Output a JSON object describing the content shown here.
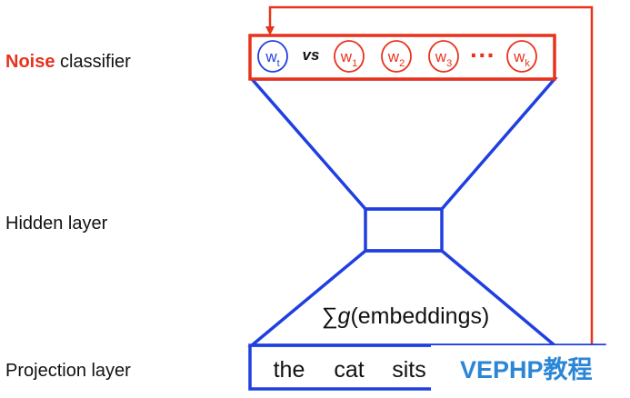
{
  "labels": {
    "noise_word": "Noise",
    "noise_rest": " classifier",
    "hidden": "Hidden layer",
    "projection": "Projection layer"
  },
  "classifier": {
    "target": {
      "base": "w",
      "sub": "t"
    },
    "vs": "vs",
    "noise_samples": [
      {
        "base": "w",
        "sub": "1"
      },
      {
        "base": "w",
        "sub": "2"
      },
      {
        "base": "w",
        "sub": "3"
      }
    ],
    "ellipsis": "···",
    "last_sample": {
      "base": "w",
      "sub": "k"
    }
  },
  "sum_expression": {
    "sigma": "∑",
    "func": "g",
    "arg": "(embeddings)"
  },
  "context_words": [
    "the",
    "cat",
    "sits"
  ],
  "watermark": "VEPHP教程",
  "colors": {
    "red": "#e8321c",
    "blue": "#1f3fe0",
    "label": "#111111",
    "watermark": "#2b86d6"
  }
}
